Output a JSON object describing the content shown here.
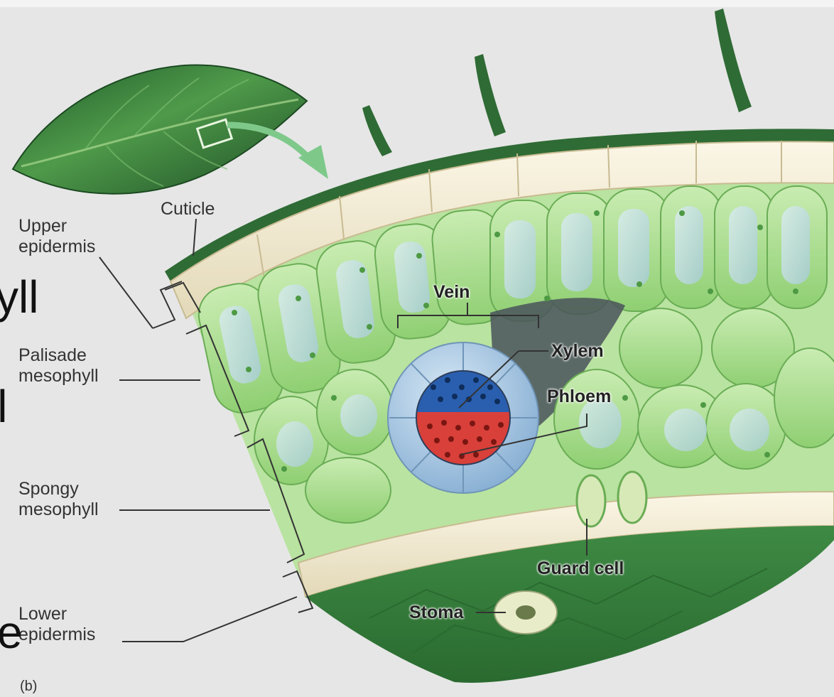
{
  "labels": {
    "cuticle": "Cuticle",
    "upper_epidermis": [
      "Upper",
      "epidermis"
    ],
    "palisade_mesophyll": [
      "Palisade",
      "mesophyll"
    ],
    "spongy_mesophyll": [
      "Spongy",
      "mesophyll"
    ],
    "lower_epidermis": [
      "Lower",
      "epidermis"
    ],
    "vein": "Vein",
    "xylem": "Xylem",
    "phloem": "Phloem",
    "guard_cell": "Guard cell",
    "stoma": "Stoma",
    "panel": "(b)"
  },
  "background_text": [
    "yll",
    "ll",
    "e"
  ],
  "colors": {
    "background": "#e6e6e6",
    "leaf_dark": "#2f6b35",
    "mesophyll": "#a9d98f",
    "epidermis": "#f1ead2",
    "xylem": "#2a5fb0",
    "phloem": "#d9403a",
    "bundle_sheath": "#9ec3e0"
  }
}
